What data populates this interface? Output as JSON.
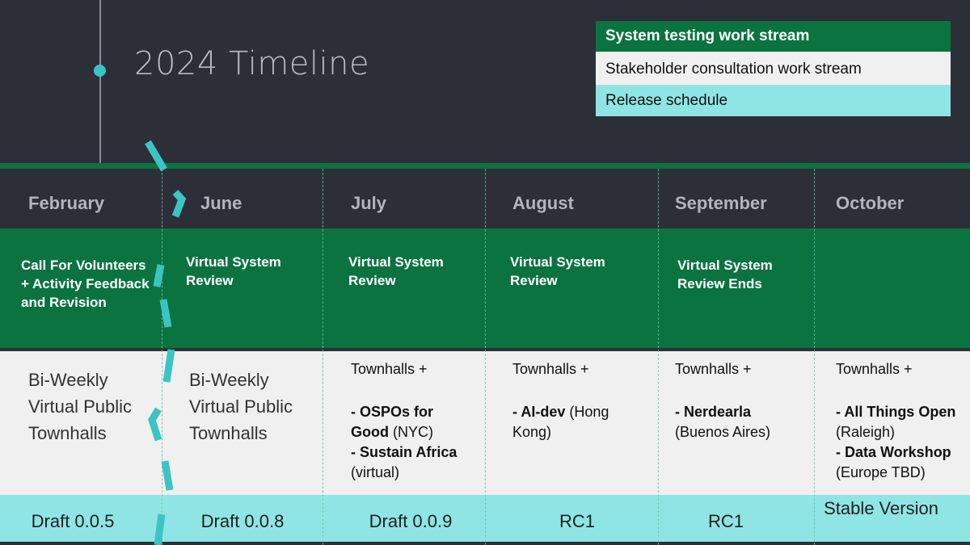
{
  "title": "2024 Timeline",
  "legend": {
    "system": "System testing work stream",
    "stakeholder": "Stakeholder consultation work stream",
    "release": "Release schedule"
  },
  "months": [
    "February",
    "June",
    "July",
    "August",
    "September",
    "October"
  ],
  "system": {
    "feb": "Call For Volunteers + Activity Feedback and Revision",
    "jun": "Virtual System Review",
    "jul": "Virtual System Review",
    "aug": "Virtual System Review",
    "sep": "Virtual System Review Ends"
  },
  "stakeholder": {
    "feb": "Bi-Weekly Virtual Public Townhalls",
    "jun": "Bi-Weekly Virtual Public Townhalls",
    "townhalls": "Townhalls +",
    "jul_1_bold": "- OSPOs for Good",
    "jul_1_rest": " (NYC)",
    "jul_2_bold": "- Sustain Africa",
    "jul_2_rest": " (virtual)",
    "aug_1_bold": "- AI-dev",
    "aug_1_rest": " (Hong Kong)",
    "sep_1_bold": "- Nerdearla",
    "sep_1_rest": " (Buenos Aires)",
    "oct_1_bold": "- All Things Open",
    "oct_1_rest": " (Raleigh)",
    "oct_2_bold": "- Data Workshop",
    "oct_2_rest": " (Europe TBD)"
  },
  "release": {
    "feb": "Draft 0.0.5",
    "jun": "Draft 0.0.8",
    "jul": "Draft 0.0.9",
    "aug": "RC1",
    "sep": "RC1",
    "oct": "Stable Version"
  },
  "colors": {
    "background": "#2d2f38",
    "system_green": "#0b7340",
    "stakeholder_gray": "#f0f0f0",
    "release_cyan": "#8fe5e3",
    "dash_teal": "#3cc4c4"
  }
}
